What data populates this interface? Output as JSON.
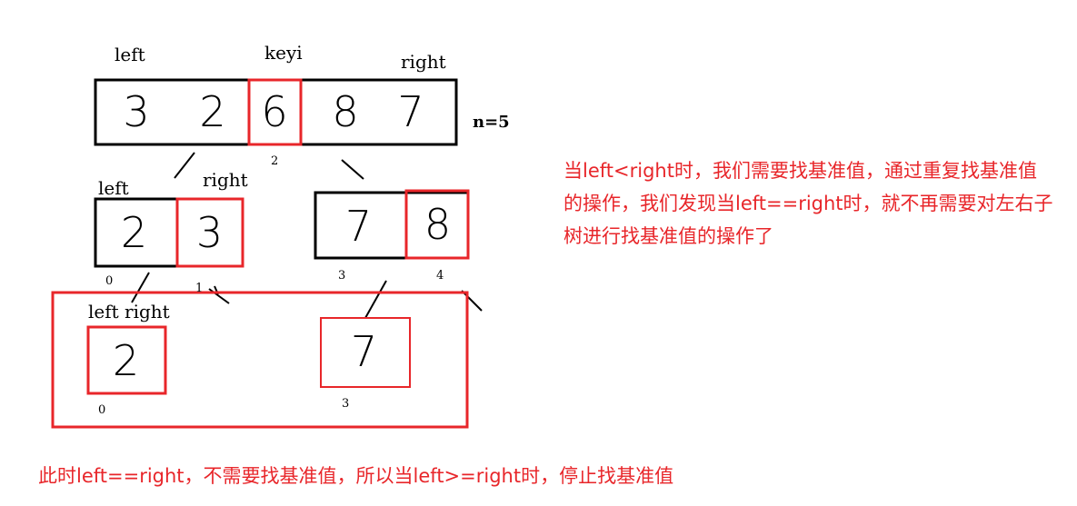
{
  "top_row": {
    "left_label": "left",
    "key_label": "keyi",
    "right_label": "right",
    "digits": [
      "3",
      "2",
      "6",
      "8",
      "7"
    ],
    "key_index": "2",
    "n_note": "n=5"
  },
  "mid_left": {
    "left_label": "left",
    "right_label": "right",
    "digits": [
      "2",
      "3"
    ],
    "index_left": "0",
    "index_right": "1"
  },
  "mid_right": {
    "digits": [
      "7",
      "8"
    ],
    "index_left": "3",
    "index_right": "4"
  },
  "bottom_row": {
    "label": "left right",
    "left_digit": "2",
    "left_index": "0",
    "right_digit": "7",
    "right_index": "3"
  },
  "notes": {
    "side": "当left<right时，我们需要找基准值，通过重复找基准值的操作，我们发现当left==right时，就不再需要对左右子树进行找基准值的操作了",
    "bottom": "此时left==right，不需要找基准值，所以当left>=right时，停止找基准值"
  },
  "colors": {
    "highlight": "#e8262a",
    "ink": "#000000"
  }
}
